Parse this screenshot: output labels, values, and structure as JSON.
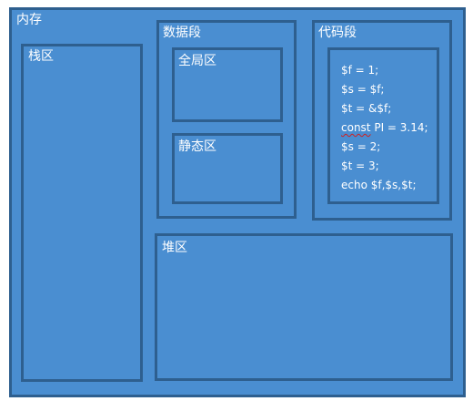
{
  "memory": {
    "title": "内存",
    "stack": {
      "label": "栈区"
    },
    "data_segment": {
      "label": "数据段",
      "global_area": {
        "label": "全局区"
      },
      "static_area": {
        "label": "静态区"
      }
    },
    "code_segment": {
      "label": "代码段",
      "lines": [
        {
          "prefix": "",
          "squiggly": "",
          "suffix": "$f = 1;"
        },
        {
          "prefix": "",
          "squiggly": "",
          "suffix": "$s = $f;"
        },
        {
          "prefix": "",
          "squiggly": "",
          "suffix": "$t = &$f;"
        },
        {
          "prefix": "",
          "squiggly": "const",
          "suffix": " PI = 3.14;"
        },
        {
          "prefix": "",
          "squiggly": "",
          "suffix": "$s = 2;"
        },
        {
          "prefix": "",
          "squiggly": "",
          "suffix": "$t = 3;"
        },
        {
          "prefix": "",
          "squiggly": "",
          "suffix": "echo $f,$s,$t;"
        }
      ]
    },
    "heap": {
      "label": "堆区"
    }
  },
  "colors": {
    "fill": "#4a8ed1",
    "border": "#2e5f8f",
    "text": "#ffffff",
    "spellcheck_underline": "#d02020"
  }
}
